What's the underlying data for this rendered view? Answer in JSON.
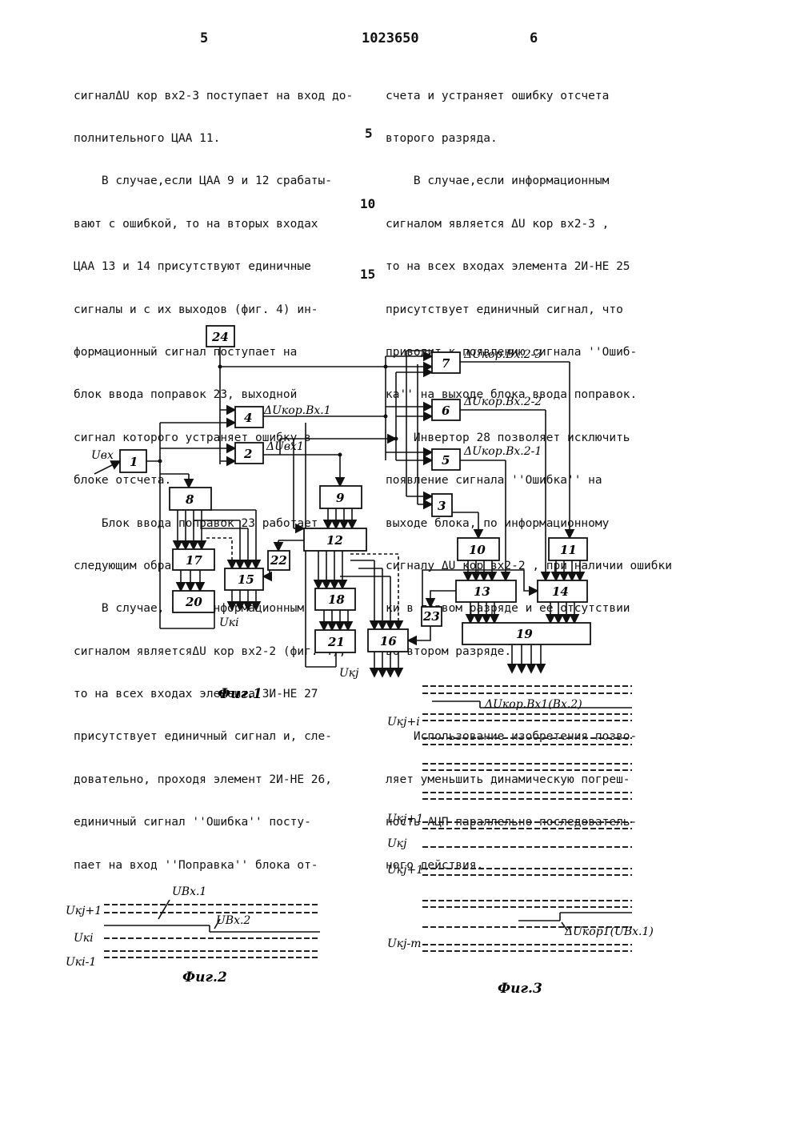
{
  "header": {
    "page_left": "5",
    "patent_number": "1023650",
    "page_right": "6"
  },
  "left_column": [
    "сигналΔU кор вх2-3 поступает на вход до-",
    "полнительного ЦАА 11.",
    "    В случае,если ЦАА 9 и 12 срабаты-",
    "вают с ошибкой, то на вторых входах",
    "ЦАА 13 и 14 присутствуют единичные",
    "сигналы и с их выходов (фиг. 4) ин-",
    "формационный сигнал поступает на",
    "блок ввода поправок 23, выходной",
    "сигнал которого устраняет ошибку в",
    "блоке отсчета.",
    "    Блок ввода поправок 23 работает",
    "следующим образом.",
    "    В случае, если информационным",
    "сигналом являетсяΔU кор вх2-2 (фиг. 4),",
    "то на всех входах элемента 3И-НЕ 27",
    "присутствует единичный сигнал и, сле-",
    "довательно, проходя элемент 2И-НЕ 26,",
    "единичный сигнал ''Ошибка'' посту-",
    "пает на вход ''Поправка'' блока от-"
  ],
  "right_column": [
    "счета и устраняет ошибку отсчета",
    "второго разряда.",
    "    В случае,если информационным",
    "сигналом является ΔU кор вх2-3 ,",
    "то на всех входах элемента 2И-НЕ 25",
    "присутствует единичный сигнал, что",
    "приводит к появлению сигнала ''Ошиб-",
    "ка'' на выходе блока ввода поправок.",
    "    Инвертор 28 позволяет исключить",
    "появление сигнала ''Ошибка'' на",
    "выходе блока, по информационному",
    "сигналу ΔU кор вх2-2 , при наличии ошибки",
    "ки в первом разряде и ее отсутствии",
    "во втором разряде.",
    "",
    "    Использование изобретения позво-",
    "ляет уменьшить динамическую погреш-",
    "ность АЦП параллельно-последователь-",
    "ного действия."
  ],
  "line_numbers": [
    "5",
    "10",
    "15"
  ],
  "fig1": {
    "caption": "Фиг.1",
    "blocks": [
      "1",
      "2",
      "3",
      "4",
      "5",
      "6",
      "7",
      "8",
      "9",
      "10",
      "11",
      "12",
      "13",
      "14",
      "15",
      "16",
      "17",
      "18",
      "19",
      "20",
      "21",
      "22",
      "23",
      "24"
    ],
    "signals": {
      "input": "Uвх",
      "s4": "ΔUкор.Вх.1",
      "s2": "ΔUвх1",
      "s7": "ΔUкор.Вх.2-3",
      "s6": "ΔUкор.Вх.2-2",
      "s5": "ΔUкор.Вх.2-1",
      "uki": "Uкi",
      "ukj": "Uкj"
    }
  },
  "fig2": {
    "caption": "Фиг.2",
    "levels": [
      "Uкj+1",
      "Uкi",
      "Uкi-1"
    ],
    "signals": [
      "UВх.1",
      "UВх.2"
    ]
  },
  "fig3": {
    "caption": "Фиг.3",
    "levels": [
      "Uкj+i",
      "Uкj+1",
      "Uкj",
      "Uкj+1",
      "Uкj-m"
    ],
    "signals": [
      "ΔUкор.Вх1(Вх.2)",
      "ΔUкор1(UВх.1)"
    ]
  }
}
